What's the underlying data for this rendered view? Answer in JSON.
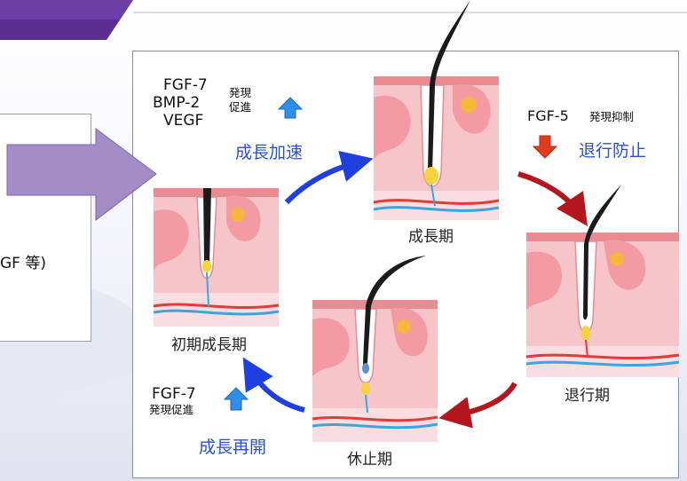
{
  "left_text": "GF 等)",
  "stages": {
    "early": "初期成長期",
    "anagen": "成長期",
    "catagen": "退行期",
    "telogen": "休止期"
  },
  "factors_top": {
    "gf_lines": [
      "FGF-7",
      "BMP-2",
      "VEGF"
    ],
    "note_lines": [
      "発現",
      "促進"
    ],
    "action": "成長加速"
  },
  "factors_right": {
    "gf": "FGF-5",
    "note": "発現抑制",
    "action": "退行防止"
  },
  "factors_bottom": {
    "gf": "FGF-7",
    "note": "発現促進",
    "action": "成長再開"
  },
  "colors": {
    "header_purple": "#5b2f8f",
    "big_arrow": "#a48cc6",
    "blue_arrow": "#1f3fe0",
    "red_arrow": "#b3161c",
    "up_icon": "#2f8fe8",
    "down_icon": "#e33a1f",
    "skin_pink": "#f4b7bd",
    "hair": "#1b1b1b"
  }
}
